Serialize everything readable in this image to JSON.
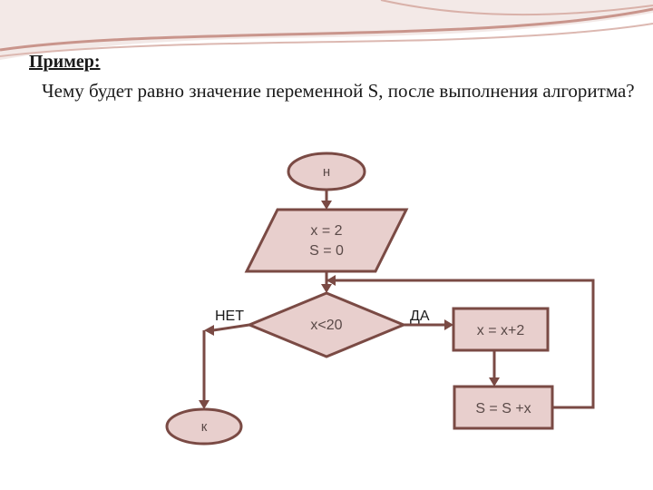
{
  "slide": {
    "heading": "Пример:",
    "question": "Чему будет равно значение переменной S, после выполнения алгоритма?"
  },
  "flowchart": {
    "start_label": "н",
    "init_line_1": "x = 2",
    "init_line_2": "S = 0",
    "condition_label": "x<20",
    "no_label": "НЕТ",
    "yes_label": "ДА",
    "step_x_label": "x = x+2",
    "step_s_label": "S = S +x",
    "end_label": "к"
  },
  "colors": {
    "shape_fill": "#e8cfcd",
    "shape_stroke": "#7a4a44",
    "decor": "#c9958c"
  }
}
